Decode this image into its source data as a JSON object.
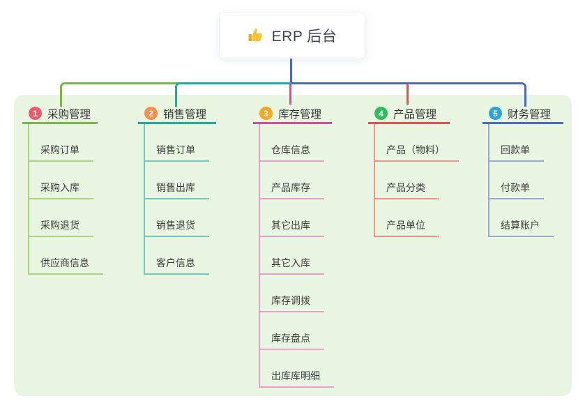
{
  "root": {
    "title": "ERP 后台",
    "icon": "thumbs-up-icon"
  },
  "colors": {
    "page_bg": "#ffffff",
    "panel_bg": "#e9f6e2",
    "root_line": "#4a67c8",
    "root_text": "#3d4654",
    "item_text": "#3c3c3c",
    "thumb_yellow": "#f6c331",
    "thumb_sleeve": "#eaae1f"
  },
  "branches": [
    {
      "num": "1",
      "title": "采购管理",
      "badge_color": "#ec5a6c",
      "line_color": "#7ab648",
      "sub_line_color": "#a9d37f",
      "children": [
        "采购订单",
        "采购入库",
        "采购退货",
        "供应商信息"
      ]
    },
    {
      "num": "2",
      "title": "销售管理",
      "badge_color": "#fb8f4d",
      "line_color": "#16b1a6",
      "sub_line_color": "#6fccc5",
      "children": [
        "销售订单",
        "销售出库",
        "销售退货",
        "客户信息"
      ]
    },
    {
      "num": "3",
      "title": "库存管理",
      "badge_color": "#f6a623",
      "line_color": "#e2479e",
      "sub_line_color": "#f09dcf",
      "children": [
        "仓库信息",
        "产品库存",
        "其它出库",
        "其它入库",
        "库存调拨",
        "库存盘点",
        "出库库明细"
      ]
    },
    {
      "num": "4",
      "title": "产品管理",
      "badge_color": "#2ebd5b",
      "line_color": "#ef4b49",
      "sub_line_color": "#f7918f",
      "children": [
        "产品（物料）",
        "产品分类",
        "产品单位"
      ]
    },
    {
      "num": "5",
      "title": "财务管理",
      "badge_color": "#2aa5df",
      "line_color": "#4a6ac9",
      "sub_line_color": "#94aadf",
      "children": [
        "回款单",
        "付款单",
        "结算账户"
      ]
    }
  ]
}
